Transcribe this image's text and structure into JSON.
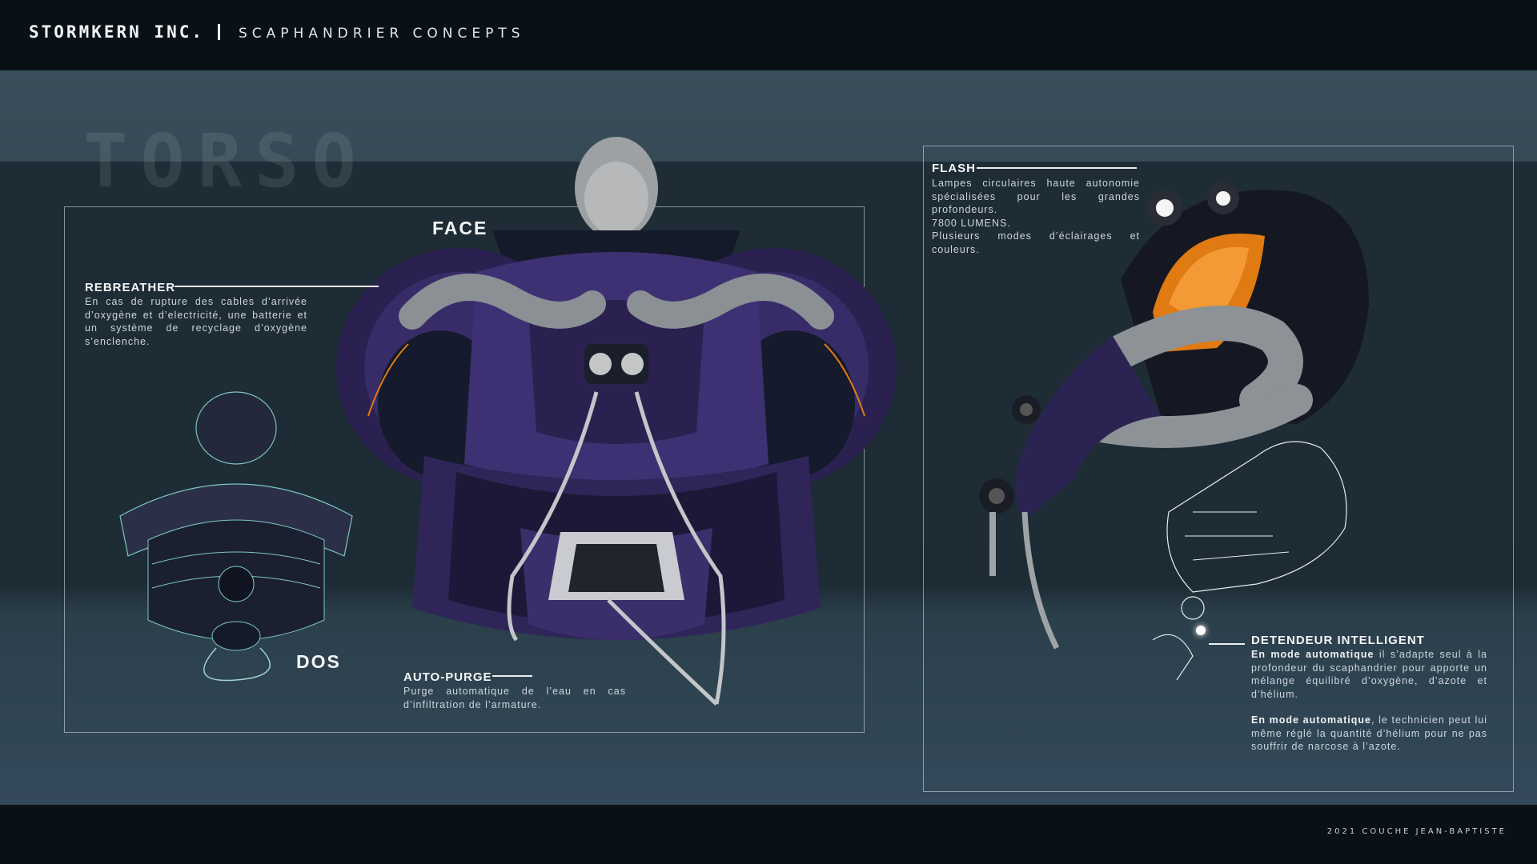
{
  "header": {
    "brand": "STORMKERN INC.",
    "subtitle": "SCAPHANDRIER CONCEPTS"
  },
  "section_title": "TORSO",
  "labels": {
    "face": "FACE",
    "dos": "DOS"
  },
  "callouts": {
    "rebreather": {
      "title": "REBREATHER",
      "text": "En cas de rupture des cables d’arrivée d’oxygène et d’electricité, une batterie et un système de recyclage d’oxygène s’enclenche."
    },
    "auto_purge": {
      "title": "AUTO-PURGE",
      "text": "Purge automatique de l’eau en cas d’infiltration de l’armature."
    },
    "flash": {
      "title": "FLASH",
      "text": "Lampes circulaires haute autonomie spécialisées pour les grandes profondeurs.",
      "lumens": "7800 LUMENS.",
      "modes": "Plusieurs modes d’éclairages et couleurs."
    },
    "detendeur": {
      "title": "DETENDEUR INTELLIGENT",
      "p1_bold": "En mode automatique",
      "p1_rest": " il s’adapte seul à la profondeur du scaphandrier pour apporte un mélange équilibré d’oxygène, d’azote et d’hélium.",
      "p2_bold": "En mode automatique",
      "p2_rest": ", le technicien peut lui même réglé la quantité d’hélium pour ne pas souffrir de narcose à l’azote."
    }
  },
  "footer": {
    "credit": "2021 COUCHE JEAN-BAPTISTE"
  },
  "colors": {
    "suit_purple": "#3b2f6b",
    "visor_orange": "#e07a12",
    "tube_grey": "#9a9fa3",
    "bar_dark": "#0a1116",
    "panel_blue": "#2f4250"
  }
}
